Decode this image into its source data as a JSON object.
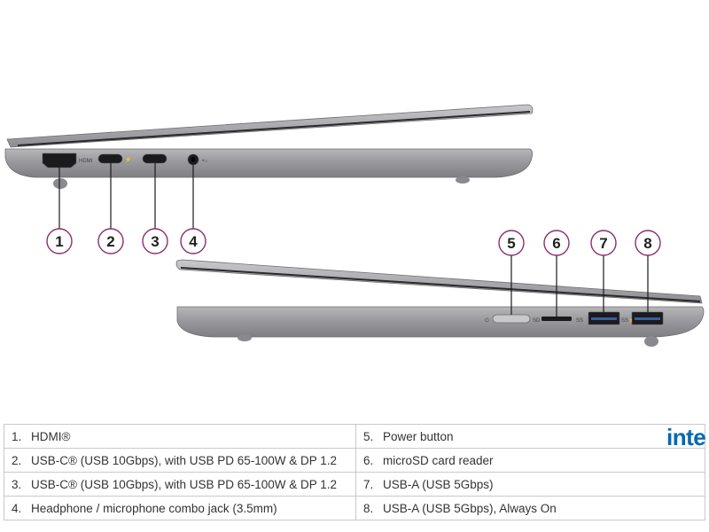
{
  "callouts": {
    "c1": "1",
    "c2": "2",
    "c3": "3",
    "c4": "4",
    "c5": "5",
    "c6": "6",
    "c7": "7",
    "c8": "8"
  },
  "port_labels": {
    "hdmi": "HDMI",
    "usbc_bolt": "⚡",
    "headset": "•∩",
    "power": "⏻",
    "sd": "SD",
    "usb": "SS",
    "usb_on": "SS⚡"
  },
  "specs": {
    "rows": [
      {
        "left": {
          "num": "1.",
          "text": "HDMI®"
        },
        "right": {
          "num": "5.",
          "text": "Power button"
        }
      },
      {
        "left": {
          "num": "2.",
          "text": "USB-C® (USB 10Gbps), with USB PD 65-100W & DP 1.2"
        },
        "right": {
          "num": "6.",
          "text": "microSD card reader"
        }
      },
      {
        "left": {
          "num": "3.",
          "text": "USB-C® (USB 10Gbps), with USB PD 65-100W & DP 1.2"
        },
        "right": {
          "num": "7.",
          "text": "USB-A (USB 5Gbps)"
        }
      },
      {
        "left": {
          "num": "4.",
          "text": "Headphone / microphone combo jack (3.5mm)"
        },
        "right": {
          "num": "8.",
          "text": "USB-A (USB 5Gbps), Always On"
        }
      }
    ]
  },
  "brand": "inte",
  "colors": {
    "callout_stroke": "#8b2f6b",
    "chassis": "#8e8e93",
    "chassis_light": "#b5b5b9",
    "brand_blue": "#0068b5",
    "border": "#c9c9c9"
  }
}
